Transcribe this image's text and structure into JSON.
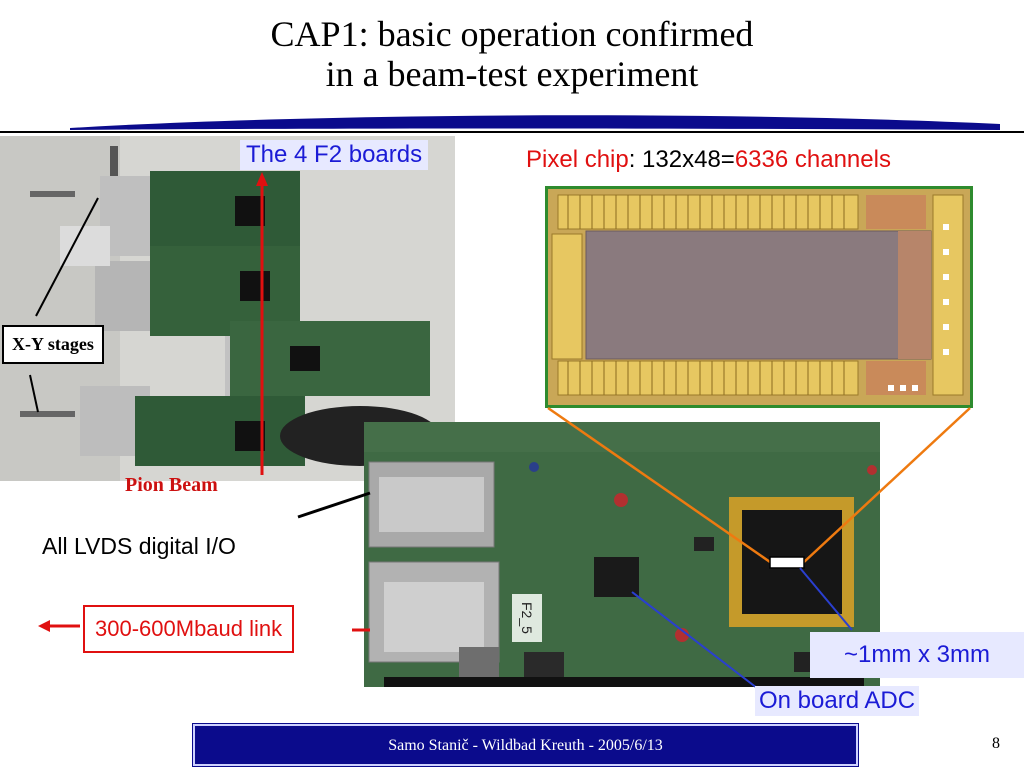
{
  "slide": {
    "title_line1": "CAP1: basic operation confirmed",
    "title_line2": "in a beam-test experiment",
    "accent_color": "#0b0b8c"
  },
  "labels": {
    "f2_boards": "The 4 F2 boards",
    "pixel_chip_prefix": "Pixel chip",
    "pixel_chip_mid": ": 132x48=",
    "pixel_chip_suffix": "6336 channels",
    "xy_stages": "X-Y stages",
    "pion_beam": "Pion Beam",
    "lvds": "All LVDS digital I/O",
    "link": "300-600Mbaud link",
    "chip_size": "~1mm x 3mm",
    "adc": "On board ADC"
  },
  "photos": {
    "left": "beam-test-setup-photo",
    "board": "f2-board-photo",
    "chip": "pixel-chip-micrograph",
    "board_silkscreen": "F2_5"
  },
  "footer": {
    "text": "Samo Stanič - Wildbad Kreuth - 2005/6/13",
    "page": "8"
  }
}
